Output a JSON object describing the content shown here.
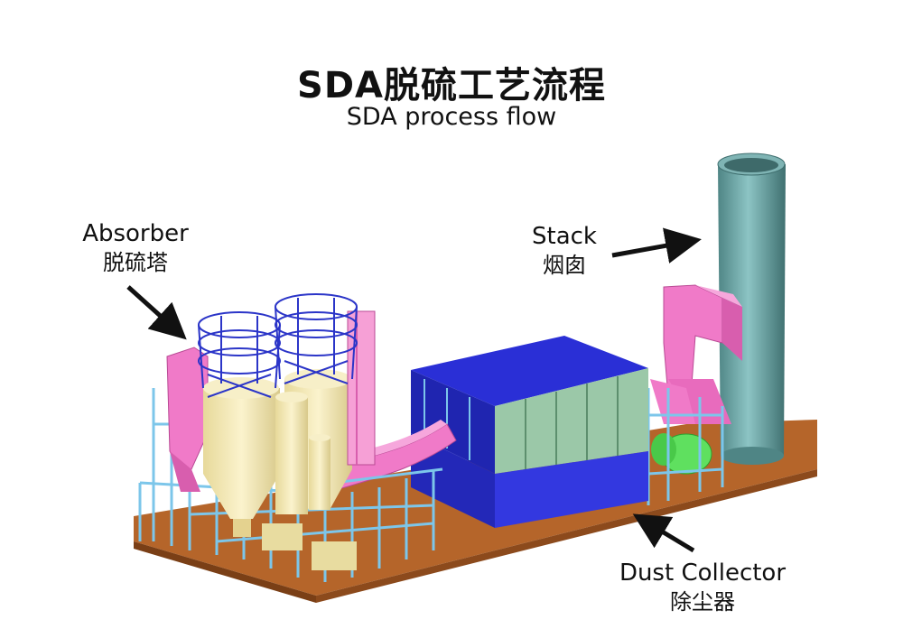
{
  "title": {
    "zh": "SDA脱硫工艺流程",
    "en": "SDA process flow"
  },
  "labels": {
    "absorber": {
      "en": "Absorber",
      "zh": "脱硫塔"
    },
    "stack": {
      "en": "Stack",
      "zh": "烟囱"
    },
    "dust_collector": {
      "en": "Dust Collector",
      "zh": "除尘器"
    }
  },
  "colors": {
    "base_platform": "#b5652a",
    "duct": "#f07ac8",
    "absorber_vessel": "#f3e8b0",
    "dust_collector_top": "#2a2fd6",
    "dust_collector_panels": "#9bc8a8",
    "stack": "#6fa7a7",
    "fan": "#5fe05f",
    "structure": "#7cc6ea",
    "arrow": "#111111"
  }
}
